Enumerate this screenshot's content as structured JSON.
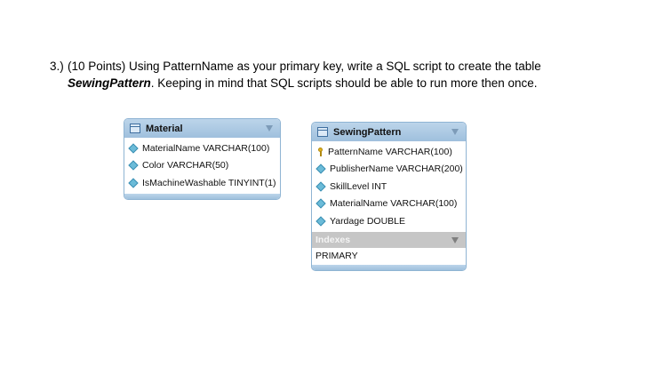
{
  "question": {
    "number": "3.)",
    "line1": "(10 Points) Using PatternName as your primary key, write a SQL script to create the table",
    "line2_table": "SewingPattern",
    "line2_rest": ". Keeping in mind that SQL scripts should be able to run more then once."
  },
  "material_table": {
    "name": "Material",
    "icon": "table-icon",
    "columns": [
      {
        "icon": "diamond-icon",
        "label": "MaterialName VARCHAR(100)"
      },
      {
        "icon": "diamond-icon",
        "label": "Color VARCHAR(50)"
      },
      {
        "icon": "diamond-icon",
        "label": "IsMachineWashable TINYINT(1)"
      }
    ]
  },
  "sewing_pattern_table": {
    "name": "SewingPattern",
    "icon": "table-icon",
    "columns": [
      {
        "icon": "key-icon",
        "label": "PatternName VARCHAR(100)"
      },
      {
        "icon": "diamond-icon",
        "label": "PublisherName VARCHAR(200)"
      },
      {
        "icon": "diamond-icon",
        "label": "SkillLevel INT"
      },
      {
        "icon": "diamond-icon",
        "label": "MaterialName VARCHAR(100)"
      },
      {
        "icon": "diamond-icon",
        "label": "Yardage DOUBLE"
      }
    ],
    "indexes_label": "Indexes",
    "indexes": [
      "PRIMARY"
    ]
  },
  "colors": {
    "header_blue": "#9fc0dd",
    "border_blue": "#8fb4d3",
    "index_gray": "#c6c6c6"
  }
}
